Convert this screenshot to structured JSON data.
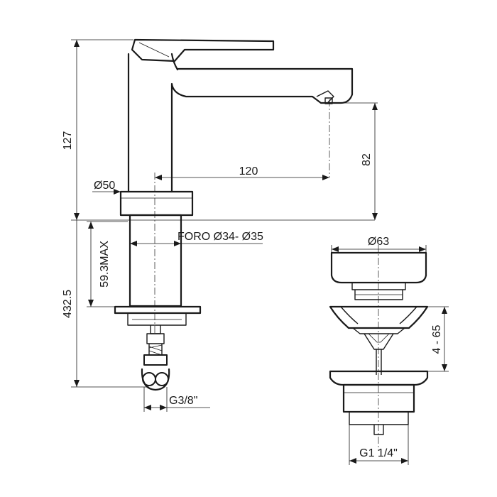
{
  "dimensions": {
    "height_total": "127",
    "spout_reach": "120",
    "spout_height": "82",
    "base_diameter": "Ø50",
    "hole": "FORO Ø34- Ø35",
    "max_thickness": "59.3MAX",
    "hose_length": "432.5",
    "hose_thread": "G3/8\"",
    "waste_diameter": "Ø63",
    "waste_thickness": "4 - 65",
    "waste_thread": "G1 1/4\""
  }
}
